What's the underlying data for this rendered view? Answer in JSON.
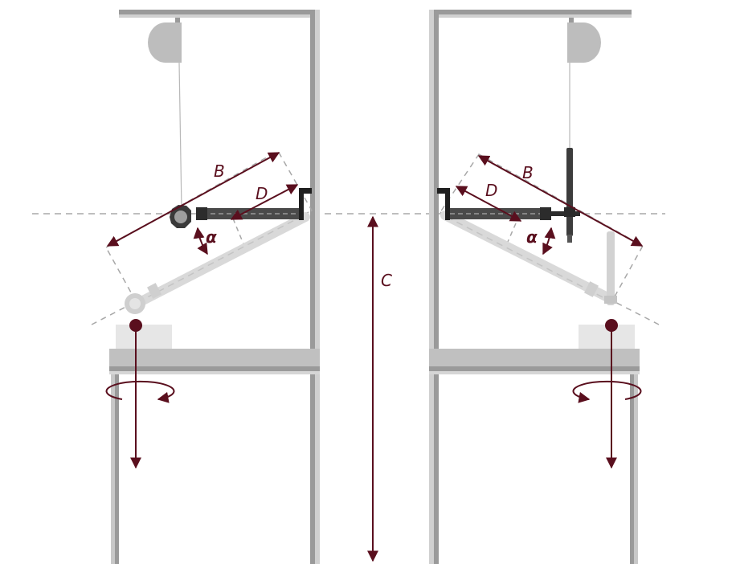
{
  "labels": {
    "left_b": "B",
    "left_d": "D",
    "left_alpha": "α",
    "center_c": "C",
    "right_b": "B",
    "right_d": "D",
    "right_alpha": "α"
  },
  "colors": {
    "dimension": "#5a0f1e",
    "frame_dark": "#9a9a9a",
    "frame_light": "#c8c8c8",
    "arm_dark": "#4a4a4a",
    "arm_light": "#d9d9d9",
    "guide": "#a8a8a8"
  }
}
